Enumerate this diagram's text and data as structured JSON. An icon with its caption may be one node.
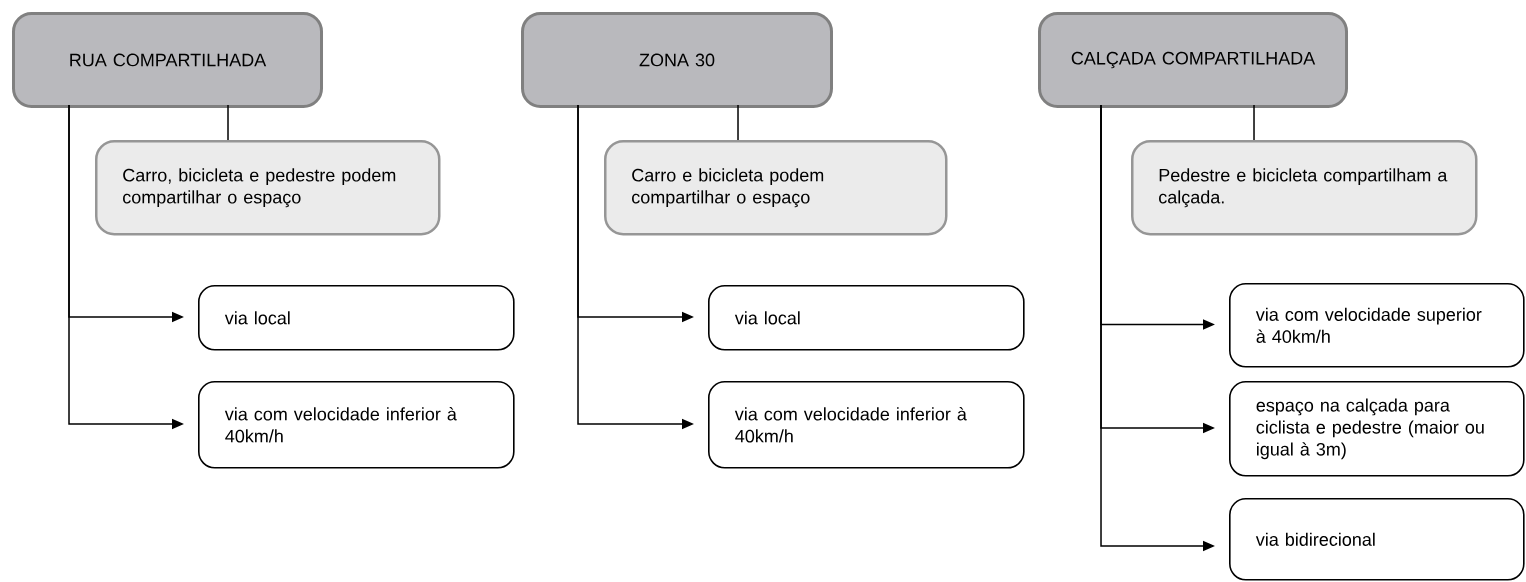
{
  "diagram": {
    "nodes": [
      {
        "text": [
          "RUA COMPARTILHADA"
        ]
      },
      {
        "text": [
          "Carro, bicicleta e pedestre podem compartilhar o espaço"
        ]
      },
      {
        "text": [
          "via local"
        ]
      },
      {
        "text": [
          "via com velocidade inferior à 40km/h"
        ]
      },
      {
        "text": [
          "ZONA 30"
        ]
      },
      {
        "text": [
          "Carro e bicicleta podem compartilhar o espaço"
        ]
      },
      {
        "text": [
          "via local"
        ]
      },
      {
        "text": [
          "via com velocidade inferior à 40km/h"
        ]
      },
      {
        "text": [
          "CALÇADA COMPARTILHADA"
        ]
      },
      {
        "text": [
          "Pedestre e bicicleta compartilham a calçada."
        ]
      },
      {
        "text": [
          "via com velocidade superior à 40km/h"
        ]
      },
      {
        "text": [
          "espaço na calçada para ciclista e pedestre (maior ou igual à 3m)"
        ]
      },
      {
        "text": [
          "via bidirecional"
        ]
      }
    ],
    "edges": [
      {
        "from": 0,
        "to": 1,
        "arrow": "none"
      },
      {
        "from": 0,
        "to": 2,
        "arrow": "to"
      },
      {
        "from": 0,
        "to": 3,
        "arrow": "to"
      },
      {
        "from": 4,
        "to": 5,
        "arrow": "none"
      },
      {
        "from": 4,
        "to": 6,
        "arrow": "to"
      },
      {
        "from": 4,
        "to": 7,
        "arrow": "to"
      },
      {
        "from": 8,
        "to": 9,
        "arrow": "none"
      },
      {
        "from": 8,
        "to": 10,
        "arrow": "to"
      },
      {
        "from": 8,
        "to": 11,
        "arrow": "to"
      },
      {
        "from": 8,
        "to": 12,
        "arrow": "to"
      }
    ]
  }
}
